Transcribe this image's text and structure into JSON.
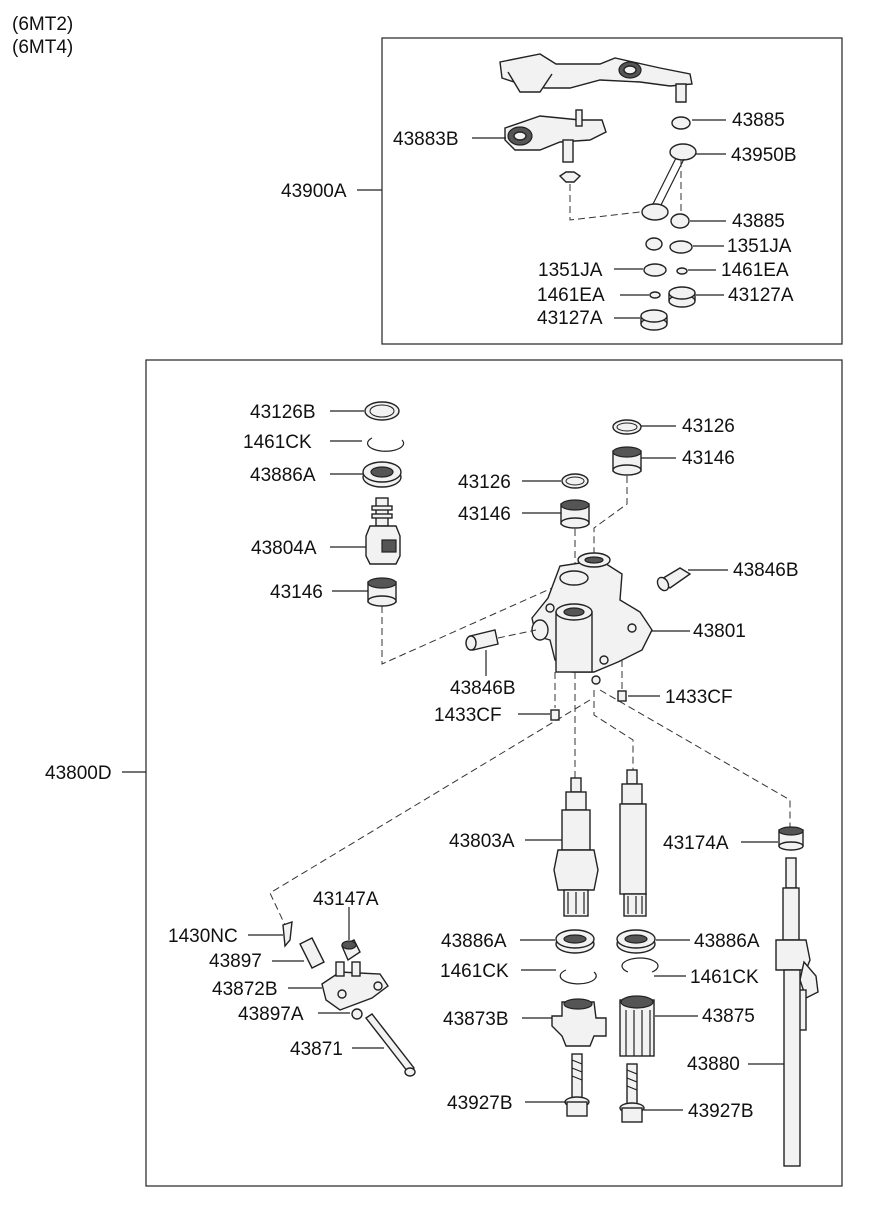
{
  "header": {
    "variant_1": "(6MT2)",
    "variant_2": "(6MT4)"
  },
  "assemblies": {
    "upper": "43900A",
    "lower": "43800D"
  },
  "labels": {
    "p43885_a": "43885",
    "p43883B": "43883B",
    "p43950B": "43950B",
    "p43885_b": "43885",
    "p1351JA_r": "1351JA",
    "p1351JA_l": "1351JA",
    "p1461EA_r": "1461EA",
    "p1461EA_l": "1461EA",
    "p43127A_r": "43127A",
    "p43127A_l": "43127A",
    "p43126B": "43126B",
    "p1461CK_top": "1461CK",
    "p43886A_top": "43886A",
    "p43804A": "43804A",
    "p43146_left": "43146",
    "p43126_r": "43126",
    "p43146_r": "43146",
    "p43126_c": "43126",
    "p43146_c": "43146",
    "p43846B_r": "43846B",
    "p43801": "43801",
    "p43846B_l": "43846B",
    "p1433CF_r": "1433CF",
    "p1433CF_l": "1433CF",
    "p43803A": "43803A",
    "p43174A": "43174A",
    "p43147A": "43147A",
    "p1430NC": "1430NC",
    "p43897": "43897",
    "p43872B": "43872B",
    "p43897A": "43897A",
    "p43871": "43871",
    "p43886A_l": "43886A",
    "p43886A_r": "43886A",
    "p1461CK_l": "1461CK",
    "p1461CK_r": "1461CK",
    "p43873B": "43873B",
    "p43875": "43875",
    "p43880": "43880",
    "p43927B_l": "43927B",
    "p43927B_r": "43927B"
  }
}
